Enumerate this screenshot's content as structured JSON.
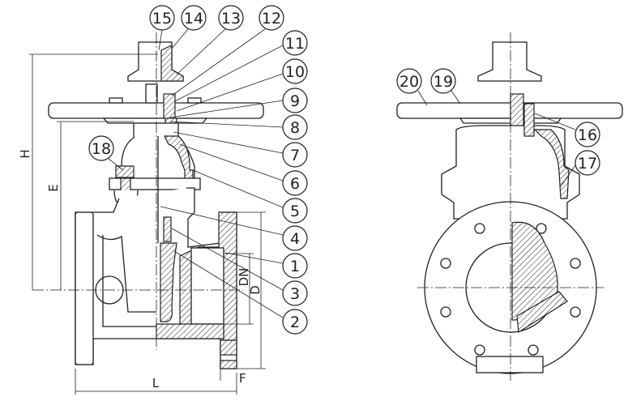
{
  "callouts": {
    "c1": "1",
    "c2": "2",
    "c3": "3",
    "c4": "4",
    "c5": "5",
    "c6": "6",
    "c7": "7",
    "c8": "8",
    "c9": "9",
    "c10": "10",
    "c11": "11",
    "c12": "12",
    "c13": "13",
    "c14": "14",
    "c15": "15",
    "c16": "16",
    "c17": "17",
    "c18": "18",
    "c19": "19",
    "c20": "20"
  },
  "dimensions": {
    "H": "H",
    "E": "E",
    "DN": "DN",
    "D": "D",
    "L": "L",
    "F": "F"
  }
}
